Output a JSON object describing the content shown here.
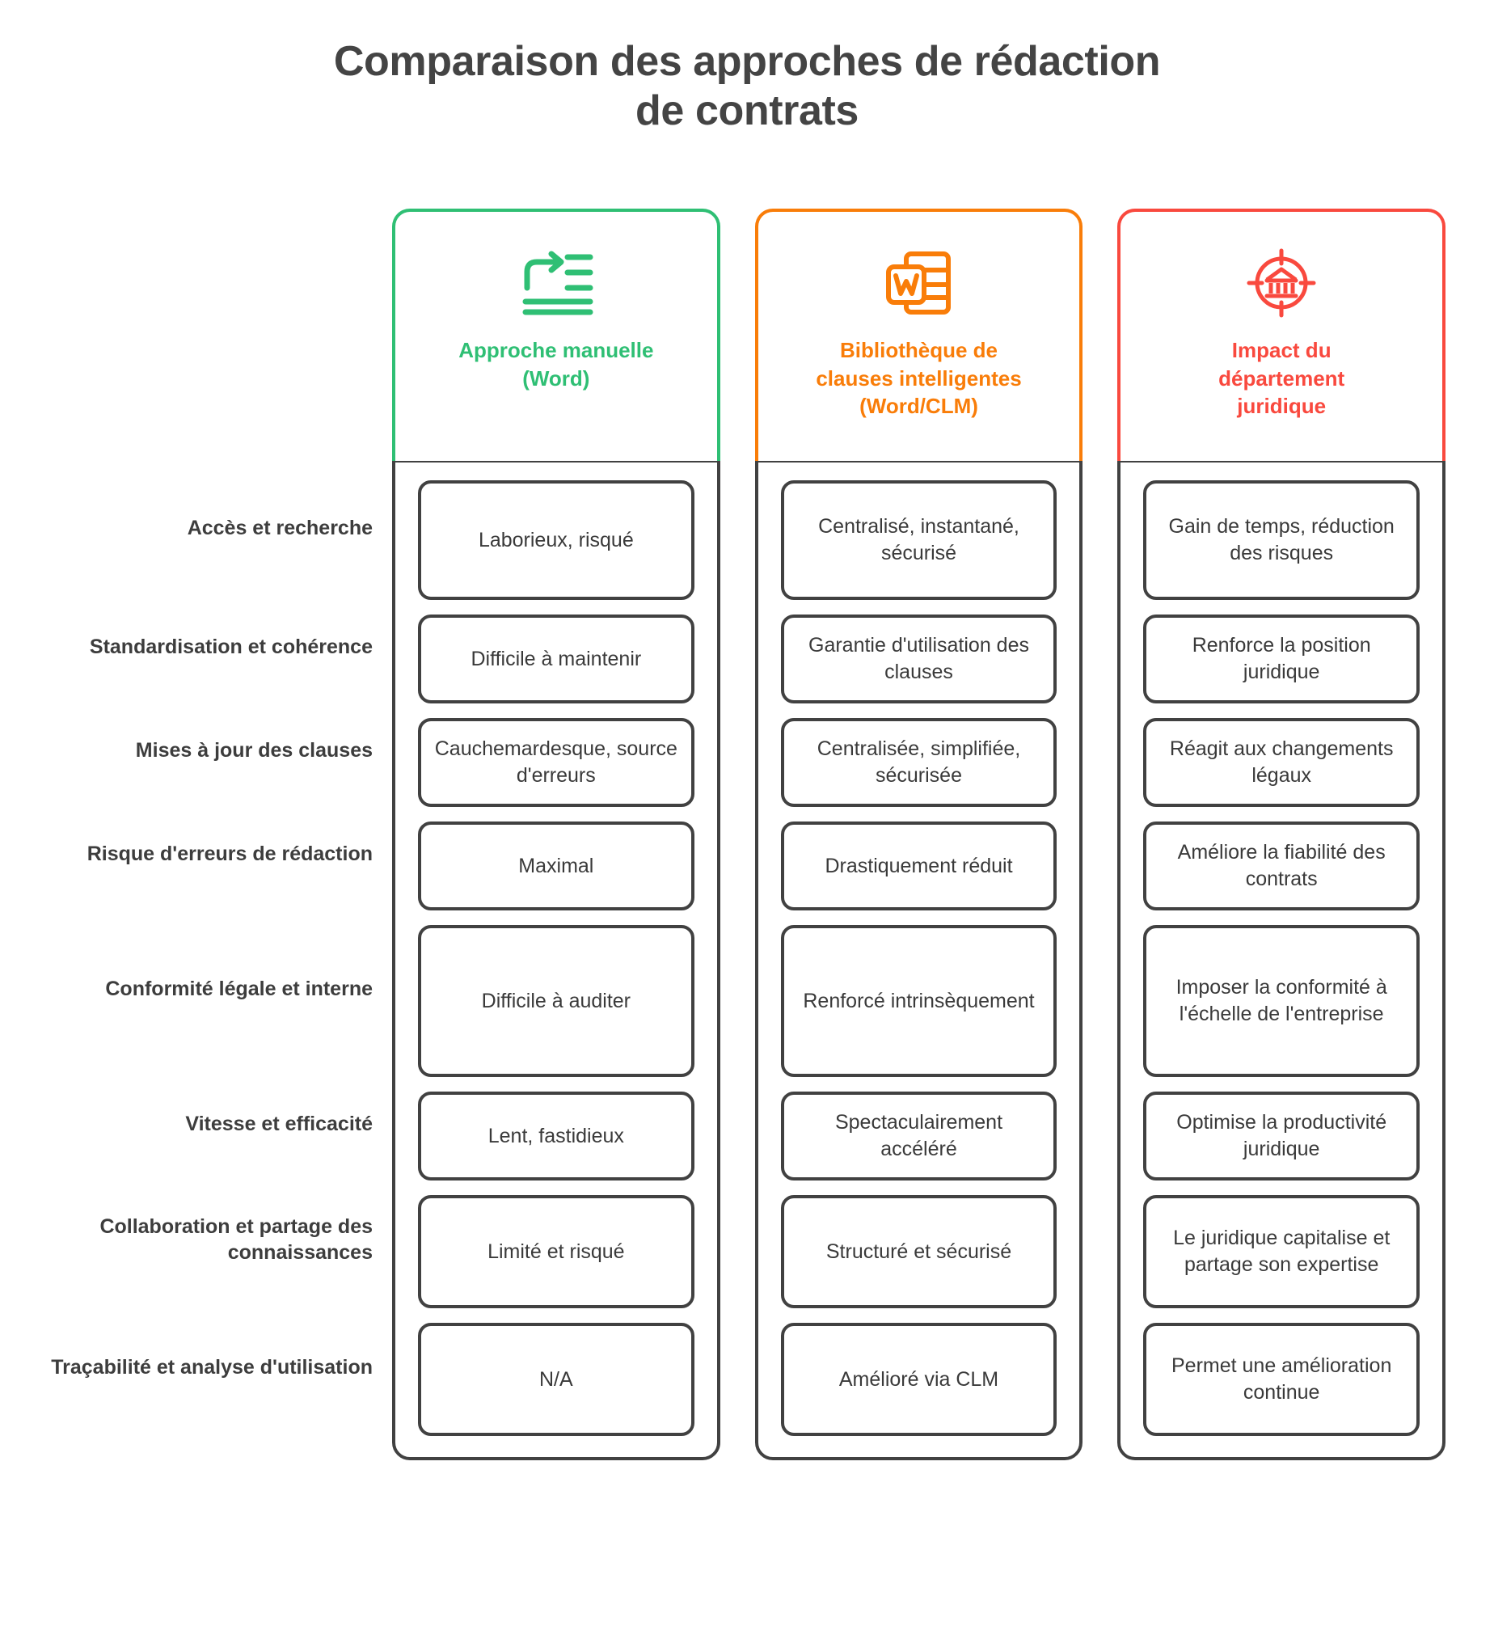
{
  "title": "Comparaison des approches de rédaction de contrats",
  "title_line1": "Comparaison des approches de rédaction",
  "title_line2": "de contrats",
  "colors": {
    "green": "#2FBF74",
    "orange": "#F97D09",
    "red": "#F9493E",
    "text_dark": "#3d3d3d",
    "border_dark": "#414141",
    "background": "#ffffff"
  },
  "columns": [
    {
      "id": "manuelle",
      "title": "Approche manuelle\n(Word)",
      "title_line1": "Approche manuelle",
      "title_line2": "(Word)",
      "color": "#2FBF74",
      "icon": "text-wrap-indent-icon"
    },
    {
      "id": "bibliotheque",
      "title": "Bibliothèque de clauses intelligentes (Word/CLM)",
      "title_line1": "Bibliothèque de",
      "title_line2": "clauses intelligentes",
      "title_line3": "(Word/CLM)",
      "color": "#F97D09",
      "icon": "word-document-icon"
    },
    {
      "id": "juridique",
      "title": "Impact du département juridique",
      "title_line1": "Impact du",
      "title_line2": "département",
      "title_line3": "juridique",
      "color": "#F9493E",
      "icon": "legal-target-icon"
    }
  ],
  "rows": [
    {
      "label": "Accès et recherche",
      "cells": [
        "Laborieux, risqué",
        "Centralisé, instantané, sécurisé",
        "Gain de temps, réduction des risques"
      ]
    },
    {
      "label": "Standardisation et cohérence",
      "cells": [
        "Difficile à maintenir",
        "Garantie d'utilisation des clauses",
        "Renforce la position juridique"
      ]
    },
    {
      "label": "Mises à jour des clauses",
      "cells": [
        "Cauchemardesque, source d'erreurs",
        "Centralisée, simplifiée, sécurisée",
        "Réagit aux changements légaux"
      ]
    },
    {
      "label": "Risque d'erreurs de rédaction",
      "cells": [
        "Maximal",
        "Drastiquement réduit",
        "Améliore la fiabilité des contrats"
      ]
    },
    {
      "label": "Conformité légale et interne",
      "cells": [
        "Difficile à auditer",
        "Renforcé intrinsèquement",
        "Imposer la conformité à l'échelle de l'entreprise"
      ]
    },
    {
      "label": "Vitesse et efficacité",
      "cells": [
        "Lent, fastidieux",
        "Spectaculairement accéléré",
        "Optimise la productivité juridique"
      ]
    },
    {
      "label": "Collaboration et partage des connaissances",
      "cells": [
        "Limité et risqué",
        "Structuré et sécurisé",
        "Le juridique capitalise et partage son expertise"
      ]
    },
    {
      "label": "Traçabilité et analyse d'utilisation",
      "cells": [
        "N/A",
        "Amélioré via CLM",
        "Permet une amélioration continue"
      ]
    }
  ]
}
